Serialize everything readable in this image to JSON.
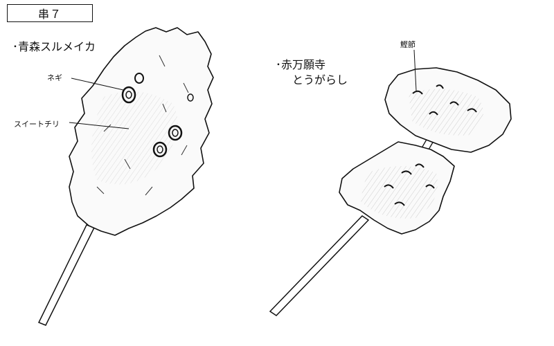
{
  "header": {
    "title": "串７"
  },
  "left_skewer": {
    "name": "･青森スルメイカ",
    "callouts": {
      "negi": "ネギ",
      "sauce": "スイートチリ"
    }
  },
  "right_skewer": {
    "name_line1": "･赤万願寺",
    "name_line2": "とうがらし",
    "callouts": {
      "katsuobushi": "鰹節"
    }
  }
}
